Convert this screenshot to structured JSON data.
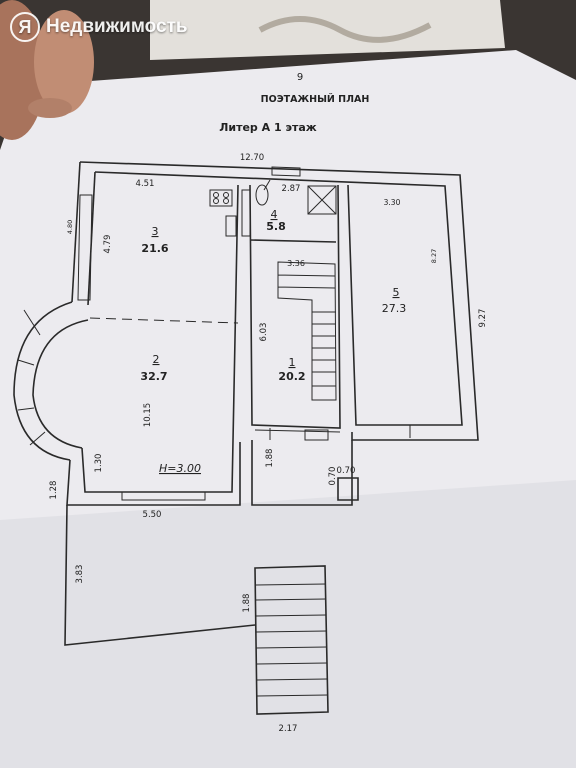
{
  "watermark": {
    "logo_letter": "Я",
    "text": "Недвижимость"
  },
  "document": {
    "page_number": "9",
    "heading": "ПОЭТАЖНЫЙ ПЛАН",
    "subheading": "Литер А 1 этаж"
  },
  "rooms": [
    {
      "number": "1",
      "area": "20.2"
    },
    {
      "number": "2",
      "area": "32.7"
    },
    {
      "number": "3",
      "area": "21.6"
    },
    {
      "number": "4",
      "area": "5.8"
    },
    {
      "number": "5",
      "area": "27.3"
    }
  ],
  "dimensions": {
    "top_total": "12.70",
    "room3_width": "4.51",
    "room4_width": "2.87",
    "room5_width": "3.30",
    "stair_width": "3.36",
    "left_outer": "4.80",
    "room3_depth": "4.79",
    "room1_depth": "6.03",
    "room5_depth": "8.27",
    "right_total": "9.27",
    "room2_depth": "10.15",
    "bay_height": "1.30",
    "lower_left": "1.28",
    "porch_height": "1.88",
    "step_a": "0.70",
    "step_b": "0.70",
    "front_width": "5.50",
    "terrace_depth": "3.83",
    "stair_run": "1.88",
    "stair_width_bottom": "2.17"
  },
  "ceiling_height": "Н=3.00",
  "colors": {
    "paper": "#ecebef",
    "ink": "#2a2a2a",
    "background": "#3a3532",
    "skin": "#b07f66"
  }
}
